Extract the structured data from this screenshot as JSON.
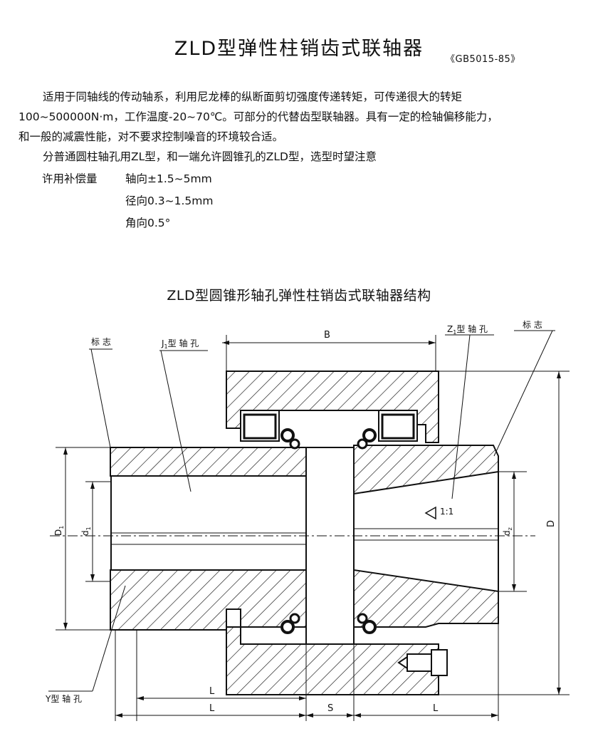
{
  "document": {
    "title": "ZLD型弹性柱销齿式联轴器",
    "standard": "《GB5015-85》",
    "paragraph1_line1": "适用于同轴线的传动轴系，利用尼龙棒的纵断面剪切强度传递转矩，可传递很大的转矩",
    "paragraph1_line2": "100~500000N·m，工作温度-20~70℃。可部分的代替齿型联轴器。具有一定的检轴偏移能力，",
    "paragraph1_line3": "和一般的减震性能，对不要求控制噪音的环境较合适。",
    "paragraph2": "分普通圆柱轴孔用ZL型，和一端允许圆锥孔的ZLD型，选型时望注意",
    "compensation": {
      "label": "许用补偿量",
      "axial": "轴向±1.5~5mm",
      "radial": "径向0.3~1.5mm",
      "angular": "角向0.5°"
    },
    "drawing_title": "ZLD型圆锥形轴孔弹性柱销齿式联轴器结构"
  },
  "drawing": {
    "label_mark_left": "标 志",
    "label_j1": "J",
    "label_j1_sub": "1",
    "label_j1_rest": "型 轴 孔",
    "label_b": "B",
    "label_z1": "Z",
    "label_z1_sub": "1",
    "label_z1_rest": "型 轴 孔",
    "label_mark_right": "标 志",
    "label_d1_outer": "D",
    "label_d1_outer_sub": "1",
    "label_d1_inner": "d",
    "label_d1_inner_sub": "1",
    "label_taper": "1:1",
    "label_d2": "d",
    "label_d2_sub": "z",
    "label_D": "D",
    "label_y": "Y型 轴 孔",
    "label_L_upper": "L",
    "label_L_left": "L",
    "label_S": "S",
    "label_L_right": "L"
  }
}
